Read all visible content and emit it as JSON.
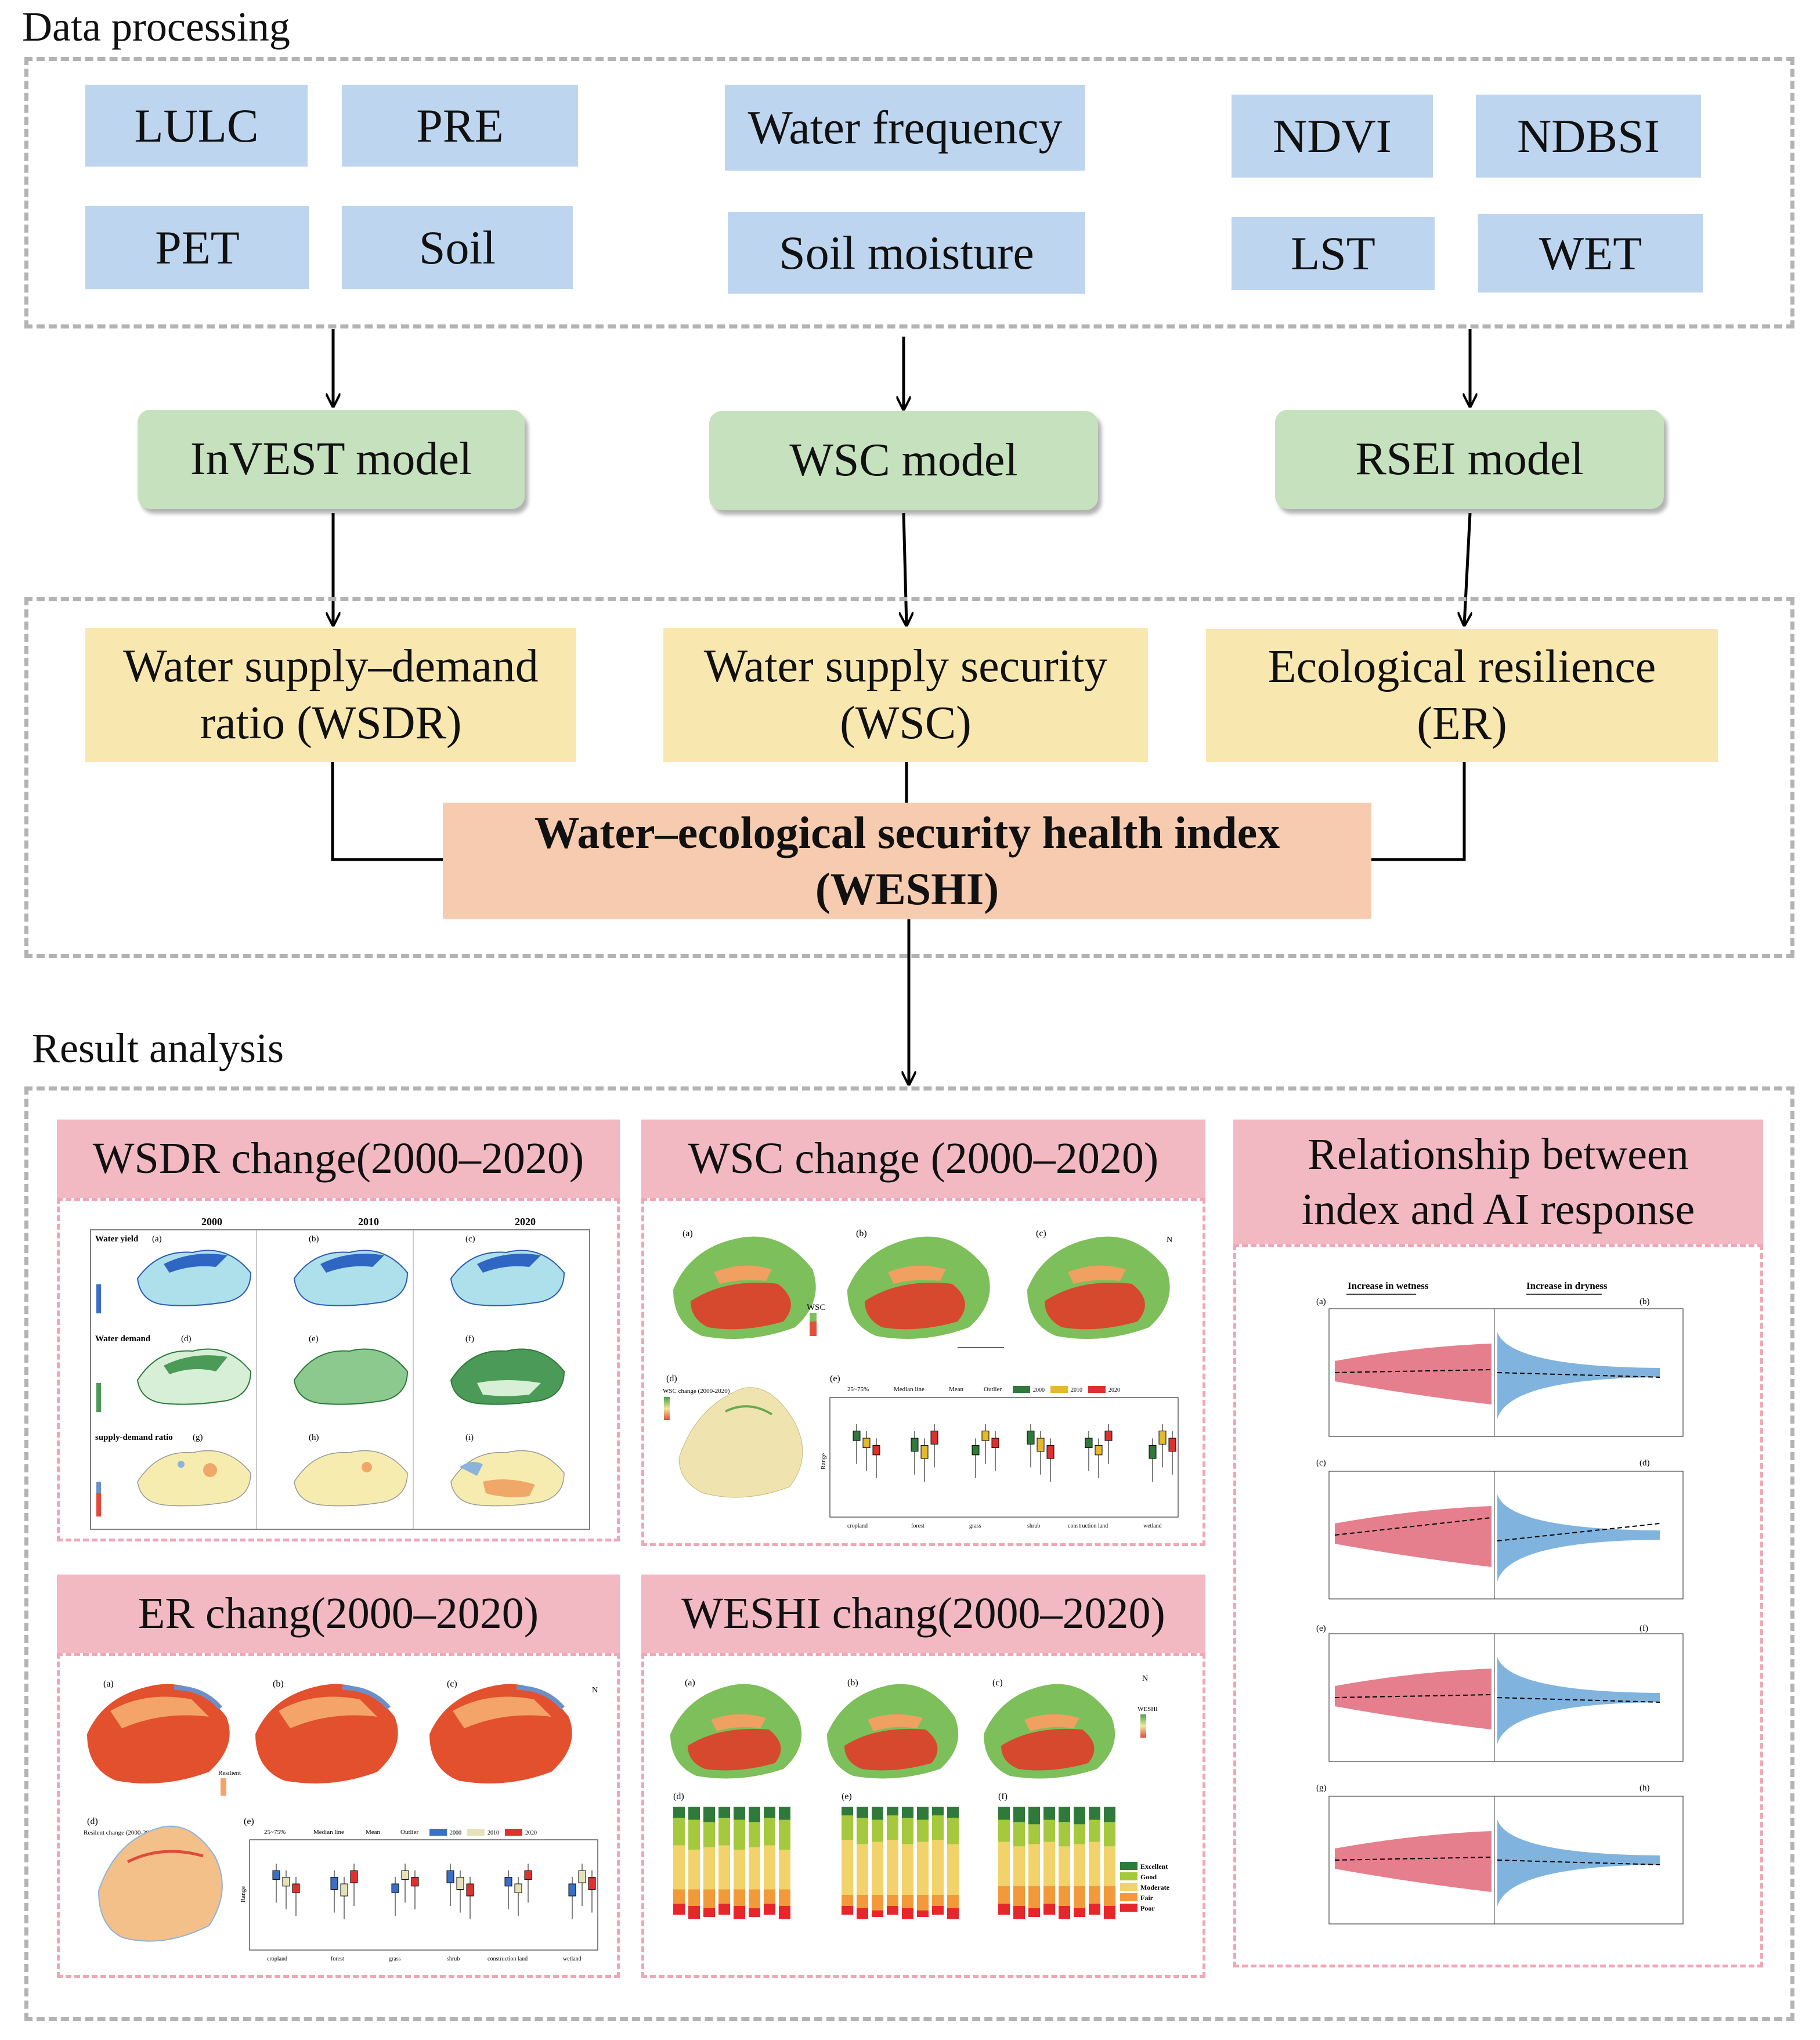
{
  "sections": {
    "data_processing": "Data processing",
    "result_analysis": "Result analysis"
  },
  "inputs": {
    "lulc": "LULC",
    "pre": "PRE",
    "pet": "PET",
    "soil": "Soil",
    "water_frequency": "Water frequency",
    "soil_moisture": "Soil moisture",
    "ndvi": "NDVI",
    "ndbsi": "NDBSI",
    "lst": "LST",
    "wet": "WET"
  },
  "models": {
    "invest": "InVEST model",
    "wsc": "WSC model",
    "rsei": "RSEI model"
  },
  "indices": {
    "wsdr_line1": "Water supply–demand",
    "wsdr_line2": "ratio (WSDR)",
    "wsc_line1": "Water supply security",
    "wsc_line2": "(WSC)",
    "er_line1": "Ecological resilience",
    "er_line2": "(ER)",
    "weshi_line1": "Water–ecological security health index",
    "weshi_line2": "(WESHI)"
  },
  "results": {
    "wsdr_title": "WSDR change(2000–2020)",
    "wsc_title": "WSC change (2000–2020)",
    "relationship_line1": "Relationship between",
    "relationship_line2": "index and AI response",
    "er_title": "ER chang(2000–2020)",
    "weshi_title": "WESHI chang(2000–2020)"
  },
  "thumbnails": {
    "wsdr": {
      "years": [
        "2000",
        "2010",
        "2020"
      ],
      "rows": [
        "Water yield",
        "Water demand",
        "supply-demand ratio"
      ],
      "panels": [
        "(a)",
        "(b)",
        "(c)",
        "(d)",
        "(e)",
        "(f)",
        "(g)",
        "(h)",
        "(i)"
      ]
    },
    "wsc": {
      "panels": [
        "(a)",
        "(b)",
        "(c)",
        "(d)",
        "(e)"
      ],
      "legend_map": "WSC",
      "legend_change": "WSC change (2000-2020)",
      "box_legend": [
        "25~75%",
        "Median line",
        "Mean",
        "Outlier",
        "2000",
        "2010",
        "2020"
      ],
      "categories": [
        "cropland",
        "forest",
        "grass",
        "shrub",
        "construction land",
        "wetland"
      ],
      "ylabel": "Range"
    },
    "er": {
      "panels": [
        "(a)",
        "(b)",
        "(c)",
        "(d)",
        "(e)"
      ],
      "legend_map": "Resilient",
      "legend_change": "Resilent change (2000-2020)",
      "box_legend": [
        "25~75%",
        "Median line",
        "Mean",
        "Outlier",
        "2000",
        "2010",
        "2020"
      ],
      "categories": [
        "cropland",
        "forest",
        "grass",
        "shrub",
        "construction land",
        "wetland"
      ],
      "ylabel": "Range"
    },
    "weshi": {
      "panels": [
        "(a)",
        "(b)",
        "(c)",
        "(d)",
        "(e)",
        "(f)"
      ],
      "legend_map": "WESHI",
      "classes": [
        "Excellent",
        "Good",
        "Moderate",
        "Fair",
        "Poor"
      ]
    },
    "relationship": {
      "headers": [
        "Increase in wetness",
        "Increase in dryness"
      ],
      "panels": [
        "(a)",
        "(b)",
        "(c)",
        "(d)",
        "(e)",
        "(f)",
        "(g)",
        "(h)"
      ]
    }
  },
  "colors": {
    "input_box": "#bed5ef",
    "model_box": "#c6e1bd",
    "index_box": "#f9e7b0",
    "weshi_box": "#f7cbb0",
    "result_header": "#f2b9c3",
    "scatter_left": "#e0687a",
    "scatter_right": "#6aa7d8"
  }
}
